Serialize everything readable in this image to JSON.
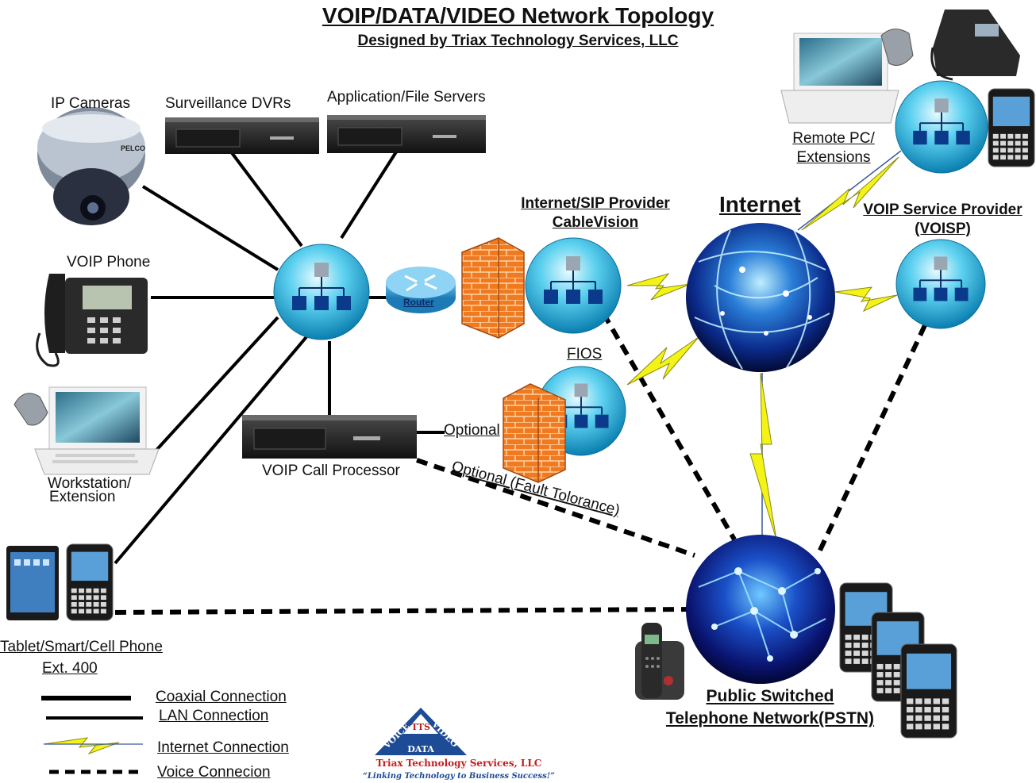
{
  "title": "VOIP/DATA/VIDEO Network Topology",
  "subtitle": "Designed by Triax Technology Services, LLC",
  "nodes": {
    "ip_cameras": "IP Cameras",
    "surveillance_dvrs": "Surveillance DVRs",
    "app_servers": "Application/File Servers",
    "voip_phone": "VOIP Phone",
    "workstation": [
      "Workstation/",
      "Extension"
    ],
    "tablet": [
      "Tablet/Smart/Cell Phone",
      "Ext. 400"
    ],
    "router": "Router",
    "voip_call_processor": "VOIP Call Processor",
    "optional": "Optional",
    "optional_fault": "Optional (Fault Tolorance)",
    "sip_provider": [
      "Internet/SIP Provider",
      "CableVision"
    ],
    "fios": "FIOS",
    "internet": "Internet",
    "voisp": [
      "VOIP Service Provider",
      "(VOISP)"
    ],
    "remote_pc": [
      "Remote PC/",
      "Extensions"
    ],
    "pstn": [
      "Public Switched",
      "Telephone Network(PSTN)"
    ]
  },
  "legend": {
    "coaxial": "Coaxial Connection",
    "lan": "LAN Connection",
    "internet": "Internet Connection",
    "voice": "Voice Connecion"
  },
  "logo": {
    "voice": "VOICE",
    "video": "VIDEO",
    "data": "DATA",
    "tts": "TTS",
    "company": "Triax Technology Services, LLC",
    "tagline": "“Linking Technology to Business Success!”"
  },
  "colors": {
    "hub_blue": "#1aa8d8",
    "firewall": "#f07a20",
    "lightning": "#f3f318",
    "globe_dark": "#0a1a6a"
  }
}
